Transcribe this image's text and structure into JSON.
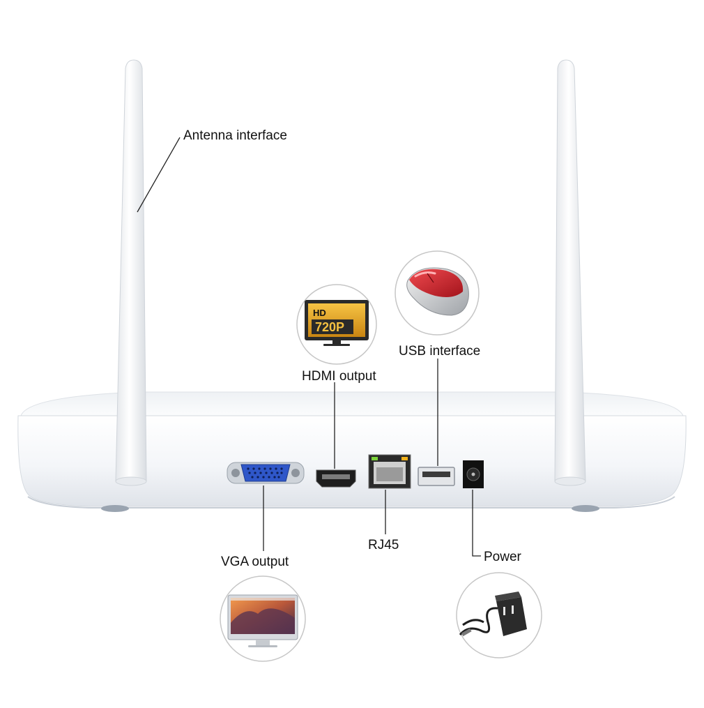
{
  "labels": {
    "antenna": "Antenna interface",
    "hdmi": "HDMI output",
    "usb": "USB interface",
    "vga": "VGA output",
    "rj45": "RJ45",
    "power": "Power"
  },
  "hdmi_badge": {
    "top": "HD",
    "bottom": "720P"
  },
  "colors": {
    "device_body": "#f3f5f8",
    "vga_port": "#2f57c9",
    "mouse_shell": "#c9202a",
    "badge_gold": "#e0a21c"
  },
  "icons": [
    "monitor-icon",
    "mouse-icon",
    "laptop-screen-icon",
    "power-adapter-icon"
  ]
}
